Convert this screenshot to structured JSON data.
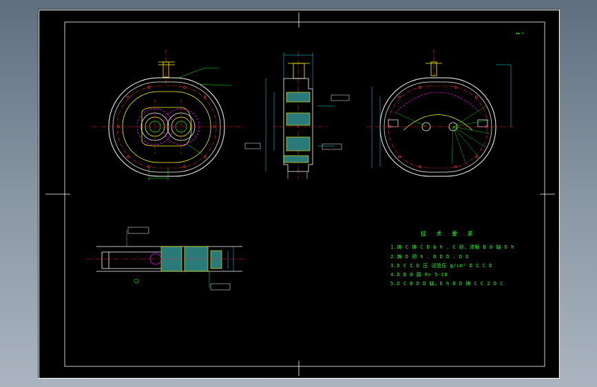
{
  "drawing": {
    "tech_requirements": {
      "title": "技 术 要 求",
      "lines": [
        "1.铸 C 铸 C D b h . C 砂、渣眼 D D 缺 D h",
        "2.铸 D 预 h . D D D . D D",
        "3.D C C D 压 试验压 g/cm² D C C D",
        "4.D D D 圆 R= 5-10",
        "5.D C D D D 缺，E h D D 铸 C C 2 D C"
      ]
    },
    "corner_tag": "▪▪ ▽",
    "colors": {
      "background": "#000000",
      "outline": "#ffffff",
      "geometry": "#ffff00",
      "center": "#ff2020",
      "hidden": "#ff00ff",
      "annotation": "#00ff00",
      "dimension": "#22ddff"
    }
  }
}
